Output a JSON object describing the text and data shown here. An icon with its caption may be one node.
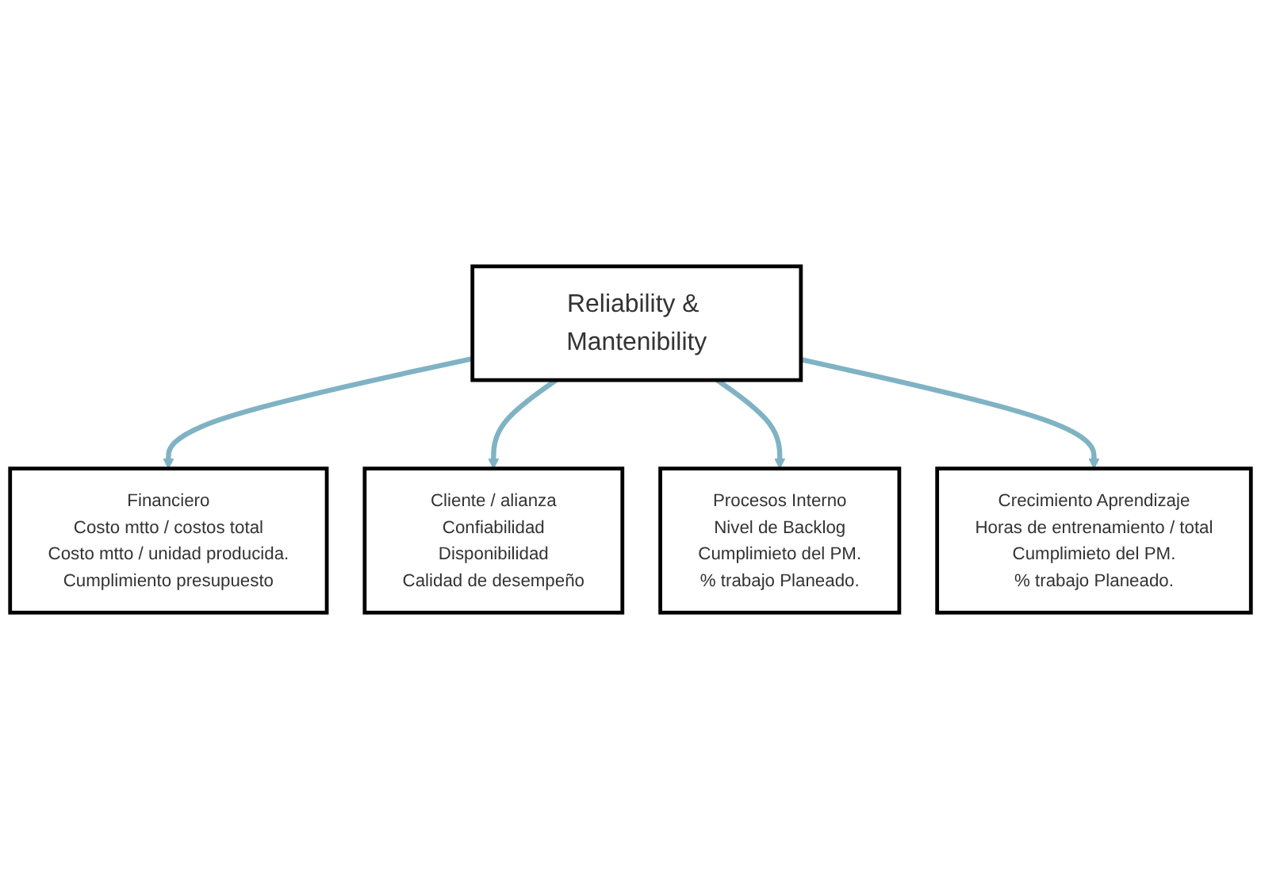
{
  "diagram": {
    "nodes": [
      {
        "text": [
          "Reliability & Mantenibility"
        ]
      },
      {
        "text": [
          "Financiero",
          "Costo mtto / costos total",
          "Costo mtto / unidad producida.",
          "Cumplimiento presupuesto"
        ]
      },
      {
        "text": [
          "Cliente / alianza",
          "Confiabilidad",
          "Disponibilidad",
          "Calidad de desempeño"
        ]
      },
      {
        "text": [
          "Procesos Interno",
          "Nivel de Backlog",
          "Cumplimieto del PM.",
          "% trabajo Planeado."
        ]
      },
      {
        "text": [
          "Crecimiento Aprendizaje",
          "Horas de entrenamiento / total",
          "Cumplimieto del PM.",
          "% trabajo Planeado."
        ]
      }
    ],
    "edges": [
      {
        "from": 0,
        "to": 1,
        "arrow": "to"
      },
      {
        "from": 0,
        "to": 2,
        "arrow": "to"
      },
      {
        "from": 0,
        "to": 3,
        "arrow": "to"
      },
      {
        "from": 0,
        "to": 4,
        "arrow": "to"
      }
    ]
  }
}
